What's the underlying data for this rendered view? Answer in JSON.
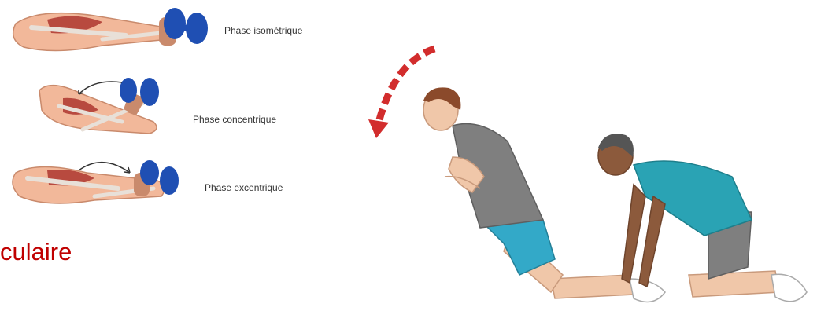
{
  "diagram": {
    "phases": [
      {
        "label": "Phase isométrique"
      },
      {
        "label": "Phase concentrique"
      },
      {
        "label": "Phase excentrique"
      }
    ]
  },
  "slide": {
    "title_fragment": "culaire"
  },
  "colors": {
    "title": "#c00000",
    "dumbbell": "#1f4fb3",
    "muscle": "#b84a3f",
    "skin": "#f2b89a",
    "arrow_red": "#d22d2d",
    "shirt_grey": "#7f7f7f",
    "shirt_teal": "#2aa3b4",
    "shorts_blue": "#33a9c8"
  }
}
